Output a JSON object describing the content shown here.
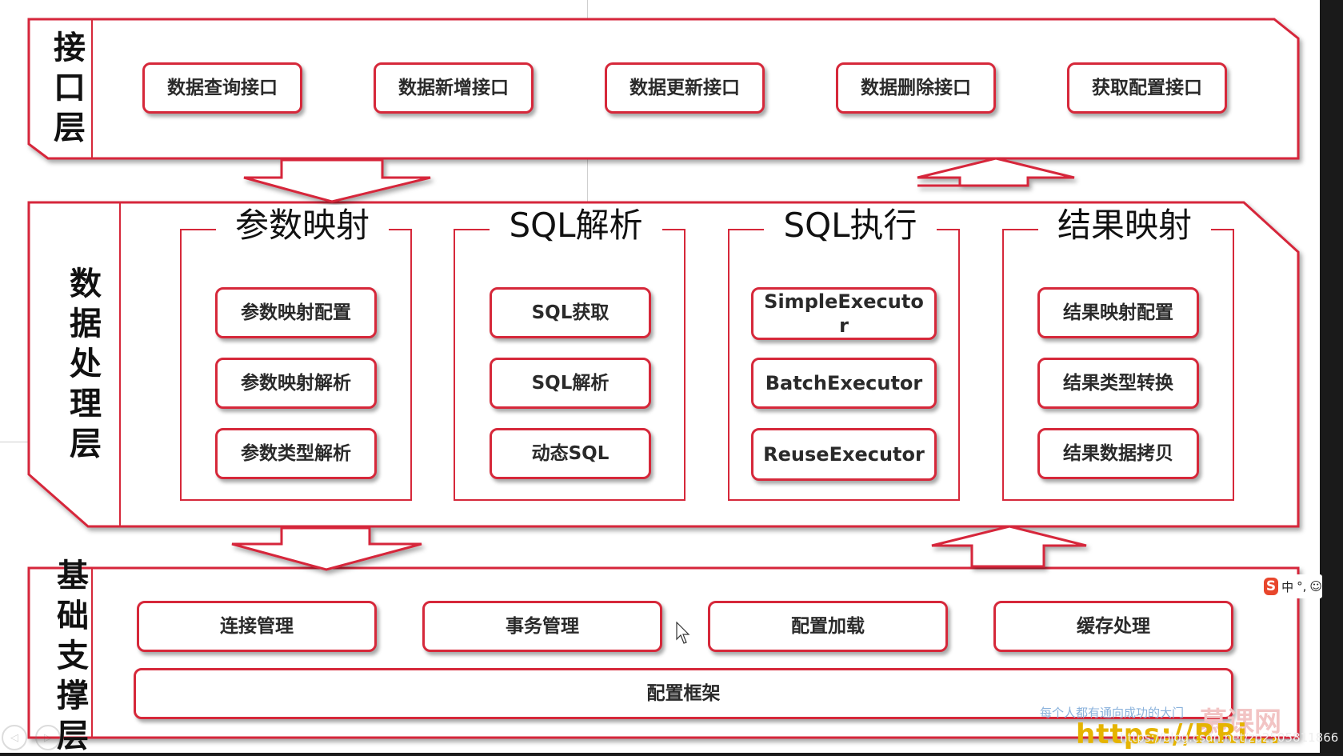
{
  "layers": {
    "interface": {
      "label": "接口层",
      "items": [
        "数据查询接口",
        "数据新增接口",
        "数据更新接口",
        "数据删除接口",
        "获取配置接口"
      ]
    },
    "processing": {
      "label": "数据处理层",
      "groups": [
        {
          "title": "参数映射",
          "items": [
            "参数映射配置",
            "参数映射解析",
            "参数类型解析"
          ]
        },
        {
          "title": "SQL解析",
          "items": [
            "SQL获取",
            "SQL解析",
            "动态SQL"
          ]
        },
        {
          "title": "SQL执行",
          "items": [
            "SimpleExecutor",
            "BatchExecutor",
            "ReuseExecutor"
          ]
        },
        {
          "title": "结果映射",
          "items": [
            "结果映射配置",
            "结果类型转换",
            "结果数据拷贝"
          ]
        }
      ]
    },
    "support": {
      "label": "基础支撑层",
      "items": [
        "连接管理",
        "事务管理",
        "配置加载",
        "缓存处理"
      ],
      "framework": "配置框架"
    }
  },
  "watermark": {
    "slogan": "每个人都有通向成功的大门",
    "brand": "慕课网",
    "url": "https://RRi...",
    "blog": "https://blog.csdn.net/zp2505811866"
  },
  "ime": {
    "lang": "中",
    "punct": "°,",
    "emoji": "☺"
  },
  "colors": {
    "accent": "#d6283a",
    "text": "#2a2a2a",
    "background": "#ffffff"
  }
}
